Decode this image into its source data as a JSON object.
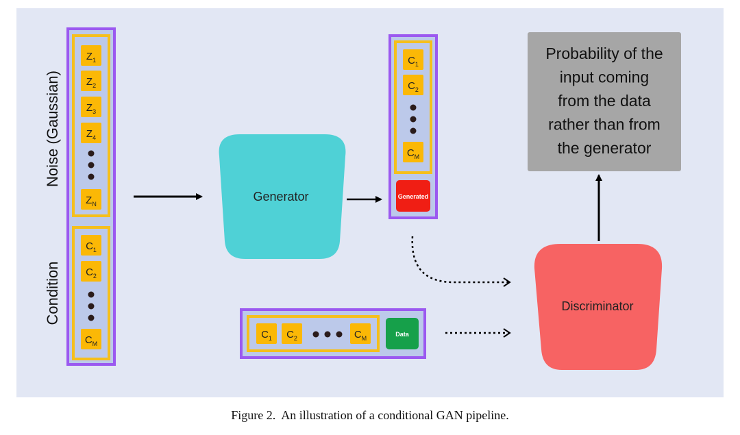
{
  "diagram": {
    "noise_label": "Noise (Gaussian)",
    "condition_label": "Condition",
    "noise_tokens": [
      {
        "base": "Z",
        "sub": "1"
      },
      {
        "base": "Z",
        "sub": "2"
      },
      {
        "base": "Z",
        "sub": "3"
      },
      {
        "base": "Z",
        "sub": "4"
      },
      {
        "base": "Z",
        "sub": "N"
      }
    ],
    "condition_tokens": [
      {
        "base": "C",
        "sub": "1"
      },
      {
        "base": "C",
        "sub": "2"
      },
      {
        "base": "C",
        "sub": "M"
      }
    ],
    "generated_tokens": [
      {
        "base": "C",
        "sub": "1"
      },
      {
        "base": "C",
        "sub": "2"
      },
      {
        "base": "C",
        "sub": "M"
      }
    ],
    "data_tokens": [
      {
        "base": "C",
        "sub": "1"
      },
      {
        "base": "C",
        "sub": "2"
      },
      {
        "base": "C",
        "sub": "M"
      }
    ],
    "generator_label": "Generator",
    "generated_label": "Generated",
    "data_label": "Data",
    "discriminator_label": "Discriminator",
    "output_text_lines": [
      "Probability of the",
      "input coming",
      "from the data",
      "rather than from",
      "the generator"
    ],
    "colors": {
      "background": "#e2e7f4",
      "purple": "#9b59f0",
      "gold": "#f5bf1c",
      "token": "#fbb806",
      "panel": "#bcc9ea",
      "generator": "#4fd1d6",
      "discriminator": "#f76363",
      "generated": "#f01e14",
      "data": "#16a04a",
      "output_box": "#a6a6a6"
    }
  },
  "caption": {
    "prefix": "Figure 2.",
    "text": "An illustration of a conditional GAN pipeline."
  }
}
